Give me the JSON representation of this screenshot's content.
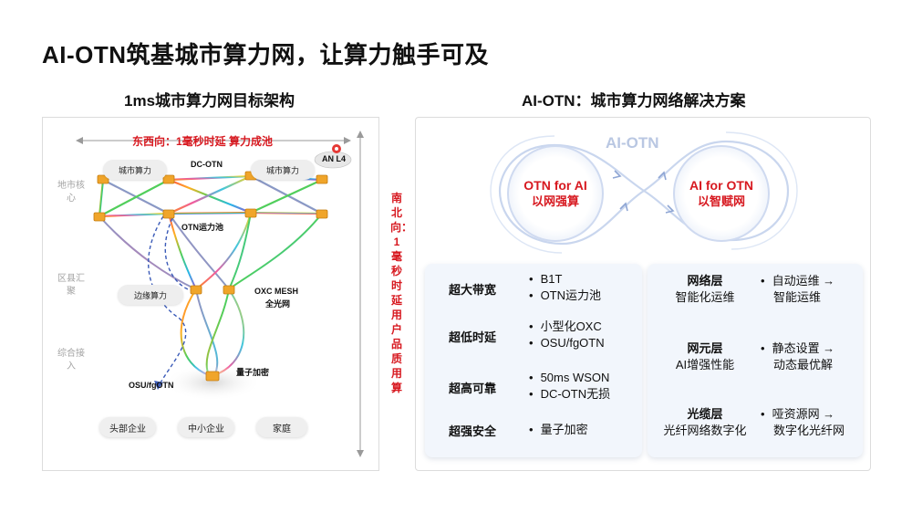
{
  "slide_title": "AI-OTN筑基城市算力网，让算力触手可及",
  "left_panel": {
    "title": "1ms城市算力网目标架构",
    "east_west_label": "东西向：1毫秒时延 算力成池",
    "north_south_label": "南北向：1毫秒时延 用户品质用算",
    "tiers": [
      "地市核心",
      "区县汇聚",
      "综合接入"
    ],
    "clouds": [
      "城市算力",
      "城市算力",
      "边缘算力"
    ],
    "labels": {
      "dc_otn": "DC-OTN",
      "otn_pool": "OTN运力池",
      "oxc_mesh_1": "OXC MESH",
      "oxc_mesh_2": "全光网",
      "quantum": "量子加密",
      "osu": "OSU/fgOTN",
      "an_l4": "AN L4"
    },
    "customers": [
      "头部企业",
      "中小企业",
      "家庭"
    ]
  },
  "right_panel": {
    "title": "AI-OTN：城市算力网络解决方案",
    "loop_label": "AI-OTN",
    "otn_for_ai": {
      "line1": "OTN for AI",
      "line2": "以网强算"
    },
    "ai_for_otn": {
      "line1": "AI for OTN",
      "line2": "以智赋网"
    },
    "features": [
      {
        "name": "超大带宽",
        "values": [
          "B1T",
          "OTN运力池"
        ]
      },
      {
        "name": "超低时延",
        "values": [
          "小型化OXC",
          "OSU/fgOTN"
        ]
      },
      {
        "name": "超高可靠",
        "values": [
          "50ms WSON",
          "DC-OTN无损"
        ]
      },
      {
        "name": "超强安全",
        "values": [
          "量子加密"
        ]
      }
    ],
    "layers": [
      {
        "name": "网络层",
        "desc": "智能化运维",
        "from": "自动运维 →",
        "to": "智能运维"
      },
      {
        "name": "网元层",
        "desc": "AI增强性能",
        "from": "静态设置 →",
        "to": "动态最优解"
      },
      {
        "name": "光缆层",
        "desc": "光纤网络数字化",
        "from": "哑资源网 →",
        "to": "数字化光纤网"
      }
    ]
  },
  "colors": {
    "accent_red": "#d71920",
    "node_orange": "#f0a52a",
    "loop_blue": "#c9d6ee"
  }
}
